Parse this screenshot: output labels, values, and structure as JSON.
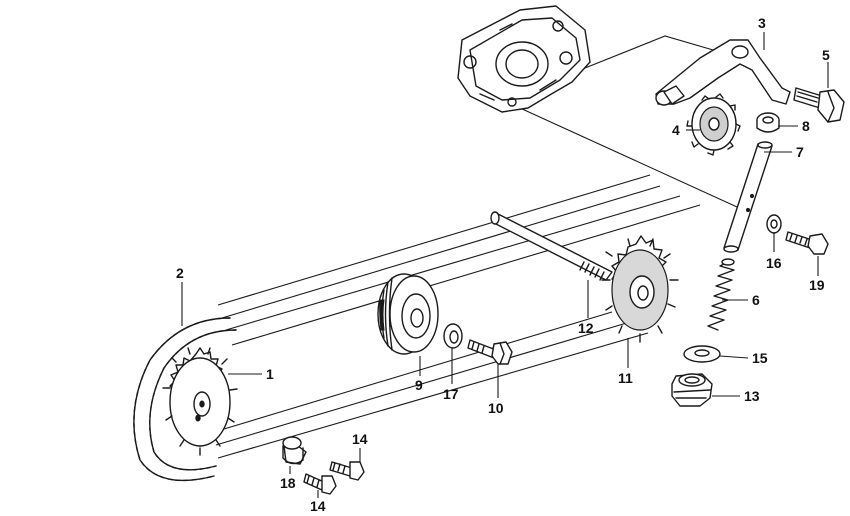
{
  "callouts": [
    {
      "id": "c1",
      "text": "1"
    },
    {
      "id": "c2",
      "text": "2"
    },
    {
      "id": "c3",
      "text": "3"
    },
    {
      "id": "c4",
      "text": "4"
    },
    {
      "id": "c5",
      "text": "5"
    },
    {
      "id": "c6",
      "text": "6"
    },
    {
      "id": "c7",
      "text": "7"
    },
    {
      "id": "c8",
      "text": "8"
    },
    {
      "id": "c9",
      "text": "9"
    },
    {
      "id": "c10",
      "text": "10"
    },
    {
      "id": "c11",
      "text": "11"
    },
    {
      "id": "c12",
      "text": "12"
    },
    {
      "id": "c13",
      "text": "13"
    },
    {
      "id": "c14a",
      "text": "14"
    },
    {
      "id": "c14b",
      "text": "14"
    },
    {
      "id": "c15",
      "text": "15"
    },
    {
      "id": "c16",
      "text": "16"
    },
    {
      "id": "c17",
      "text": "17"
    },
    {
      "id": "c18",
      "text": "18"
    },
    {
      "id": "c19",
      "text": "19"
    }
  ],
  "colors": {
    "ink": "#1a1a1a",
    "paper": "#ffffff",
    "shade": "#cfcfcf"
  }
}
